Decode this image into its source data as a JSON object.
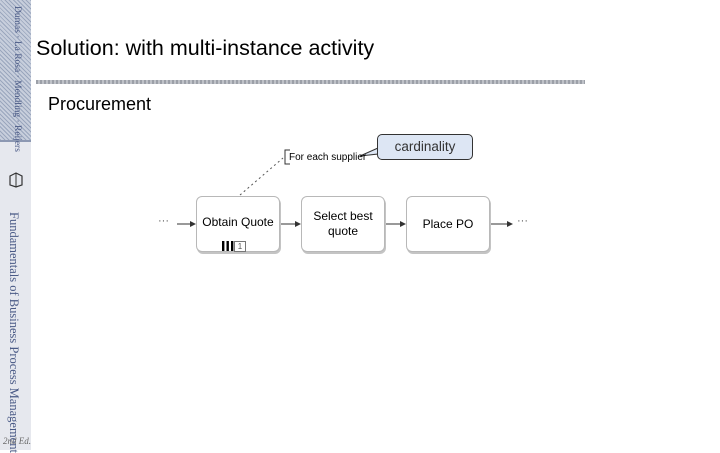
{
  "slide": {
    "title": "Solution: with multi-instance activity",
    "subtitle": "Procurement"
  },
  "sidebar": {
    "top_text": "Dumas · La Rosa · Mendling · Reijers",
    "main_text": "Fundamentals of Business Process Management",
    "edition": "2nd Ed.",
    "icon": "book-icon"
  },
  "diagram": {
    "tasks": [
      {
        "label": "Obtain Quote",
        "multi_instance": true,
        "cardinality_box": "1"
      },
      {
        "label": "Select best\nquote"
      },
      {
        "label": "Place PO"
      }
    ],
    "annotation": "For each supplier",
    "callout": "cardinality",
    "continuation": "···",
    "colors": {
      "callout_fill": "#dde6f4",
      "task_border": "#b8b8b8",
      "sidebar_text": "#4a5a86"
    }
  }
}
